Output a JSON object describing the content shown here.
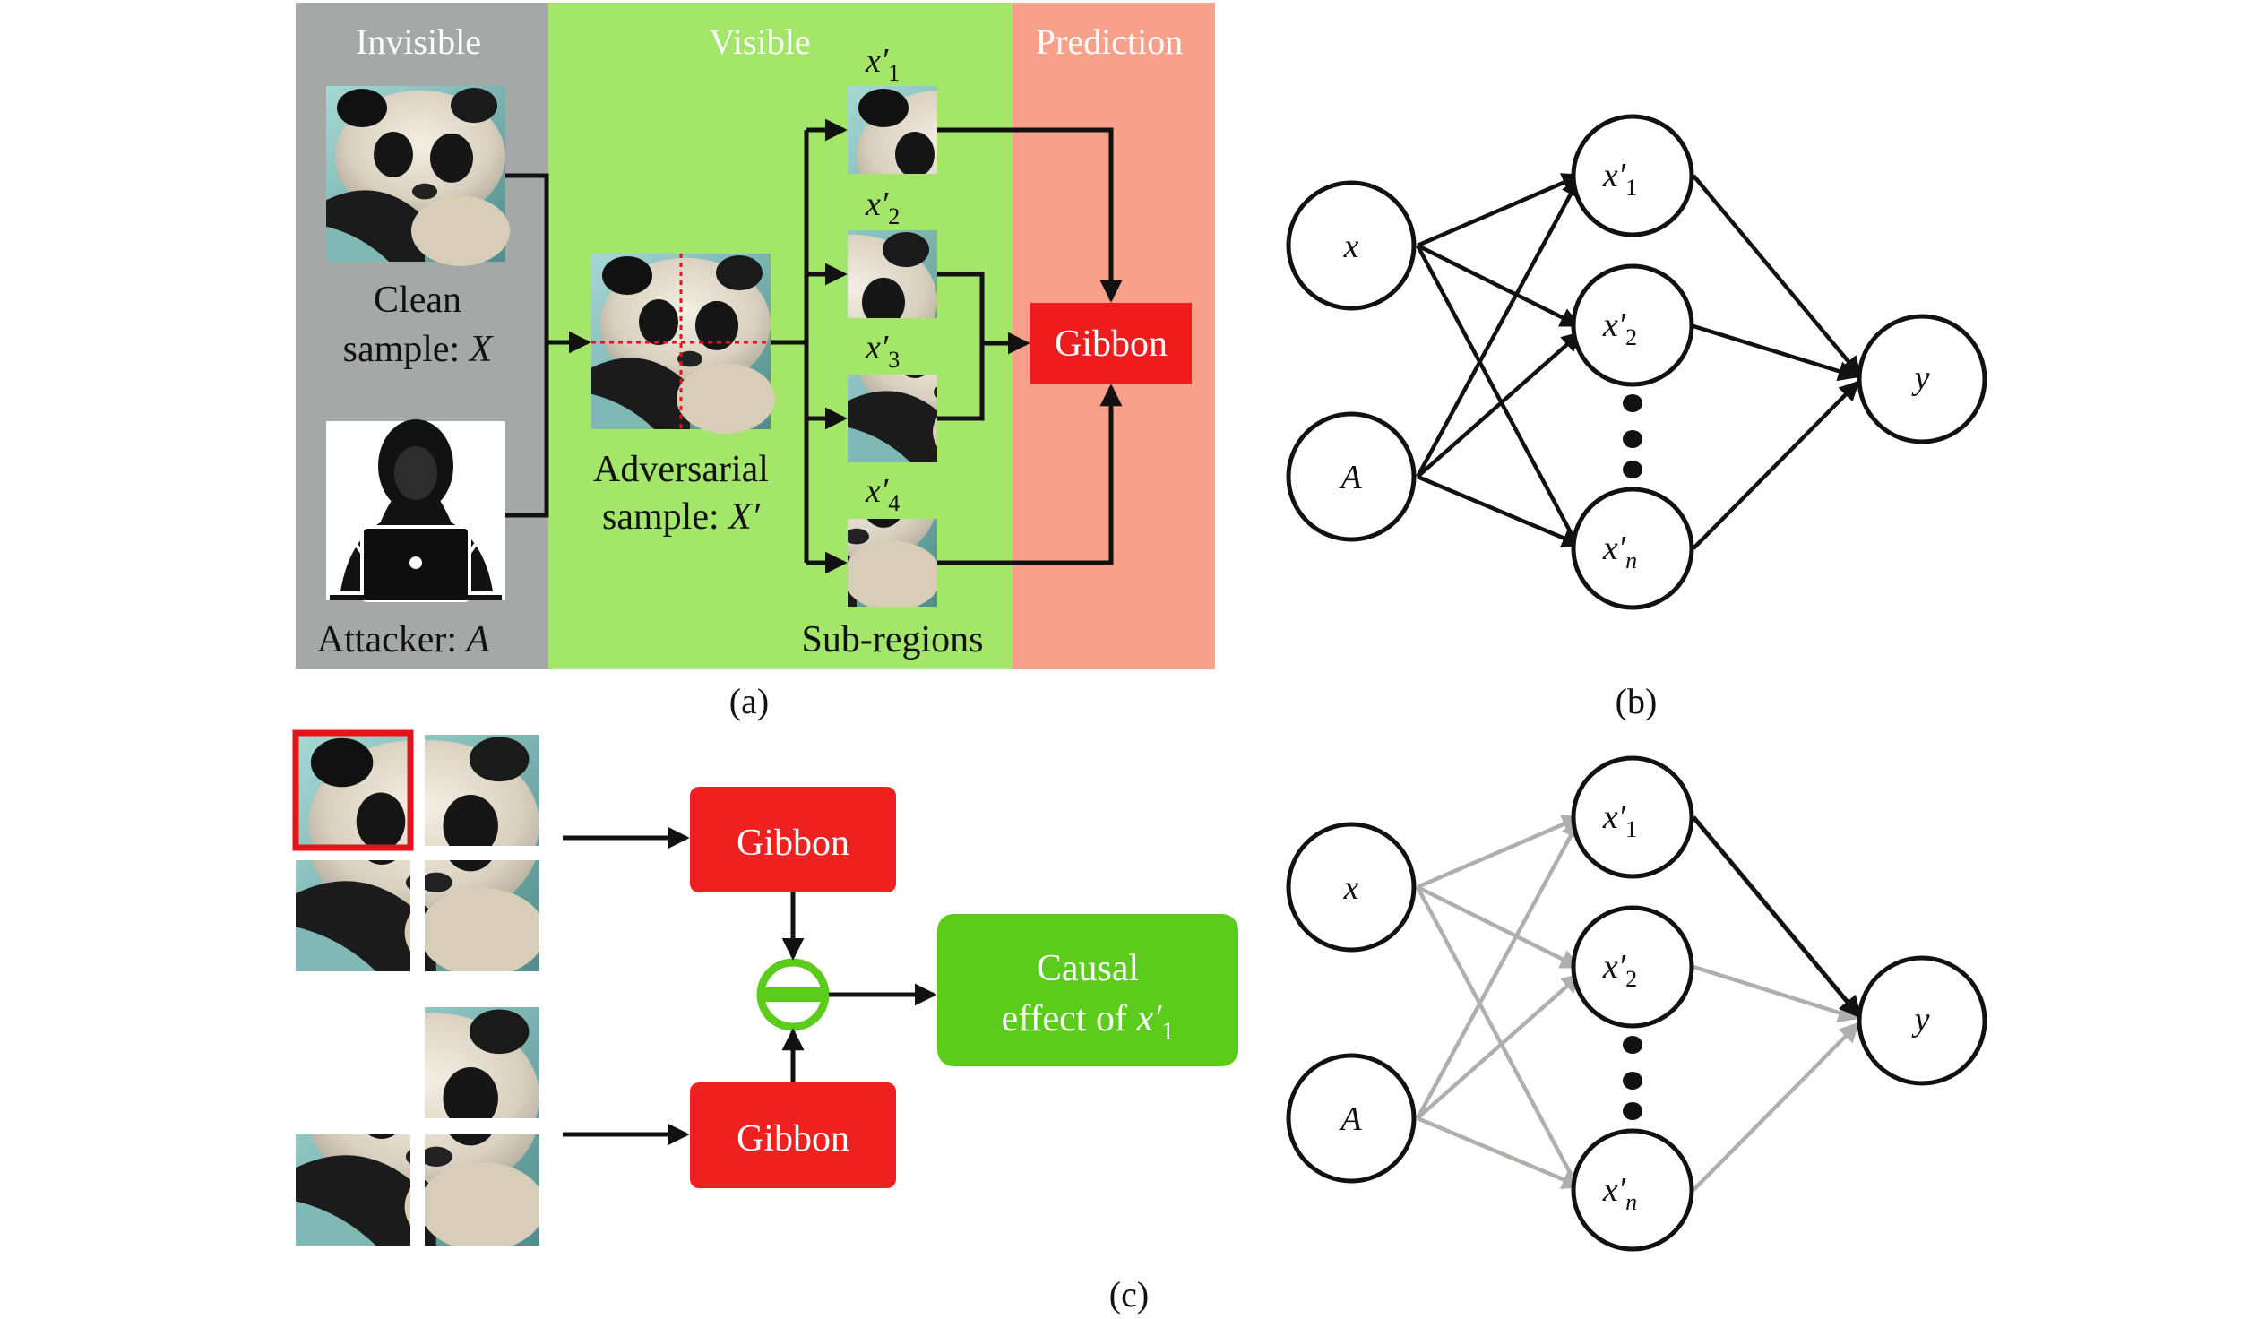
{
  "panel_a": {
    "caption": "(a)",
    "zones": {
      "invisible": "Invisible",
      "visible": "Visible",
      "prediction": "Prediction"
    },
    "colors": {
      "invisible": "#a6a8a7",
      "visible": "#a3e66a",
      "prediction": "#f9a08a",
      "model_box": "#ee1c1c"
    },
    "clean_sample": {
      "line1": "Clean",
      "line2_prefix": "sample: ",
      "symbol": "X"
    },
    "attacker": {
      "prefix": "Attacker: ",
      "symbol": "A"
    },
    "adversarial": {
      "line1": "Adversarial",
      "line2_prefix": "sample: ",
      "symbol": "X′"
    },
    "subregion_labels": [
      {
        "base": "x′",
        "sub": "1"
      },
      {
        "base": "x′",
        "sub": "2"
      },
      {
        "base": "x′",
        "sub": "3"
      },
      {
        "base": "x′",
        "sub": "4"
      }
    ],
    "subregions_label": "Sub-regions",
    "model_label": "Gibbon"
  },
  "panel_b": {
    "caption": "(b)",
    "nodes": {
      "x": "x",
      "A": "A",
      "x1": {
        "base": "x′",
        "sub": "1"
      },
      "x2": {
        "base": "x′",
        "sub": "2"
      },
      "xn": {
        "base": "x′",
        "sub": "n"
      },
      "y": "y"
    }
  },
  "panel_c": {
    "caption": "(c)",
    "model_top": "Gibbon",
    "model_bottom": "Gibbon",
    "effect": {
      "line1": "Causal",
      "line2_prefix": "effect of ",
      "base": "x′",
      "sub": "1"
    },
    "colors": {
      "model_box": "#ee2020",
      "effect_box": "#5bcc1c",
      "subtract_ring": "#5bcc1c",
      "faded_edge": "#aeb0ae"
    },
    "graph_nodes": {
      "x": "x",
      "A": "A",
      "x1": {
        "base": "x′",
        "sub": "1"
      },
      "x2": {
        "base": "x′",
        "sub": "2"
      },
      "xn": {
        "base": "x′",
        "sub": "n"
      },
      "y": "y"
    }
  }
}
